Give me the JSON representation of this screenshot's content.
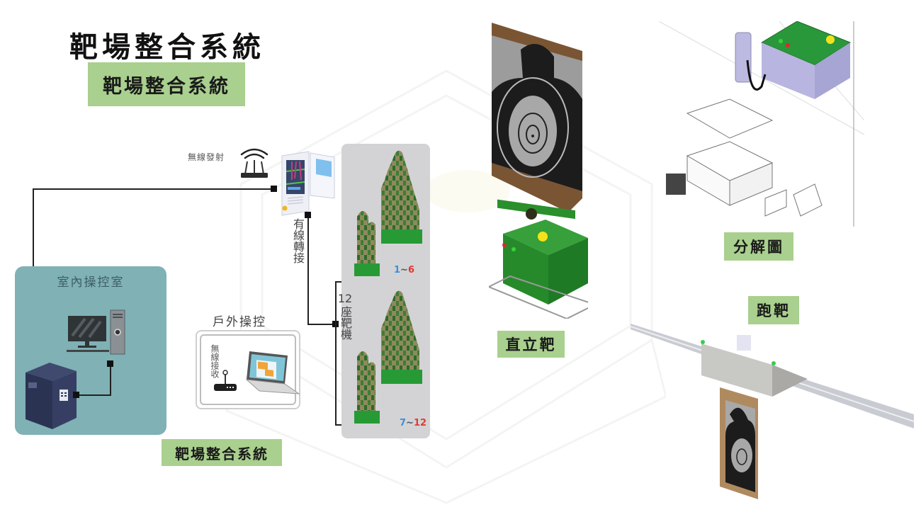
{
  "title": "靶場整合系統",
  "labels": {
    "subtitle_box": "靶場整合系統",
    "bottom_box": "靶場整合系統",
    "upright_target": "直立靶",
    "exploded_view": "分解圖",
    "moving_target": "跑靶"
  },
  "diagram": {
    "wireless_transmit": "無線發射",
    "wired_transfer": "有線轉接",
    "indoor_control_room": "室內操控室",
    "outdoor_control": "戶外操控",
    "wireless_receive": "無線接收",
    "target_machines": {
      "count": "12",
      "label": "座靶機"
    },
    "group_1": {
      "start": "1",
      "sep": "~",
      "end": "6"
    },
    "group_2": {
      "start": "7",
      "sep": "~",
      "end": "12"
    }
  },
  "colors": {
    "label_green": "#a9d08e",
    "indoor_teal": "#7fb1b5",
    "target_box_green": "#2e9a3a",
    "range_blue": "#3d8fd8",
    "range_red": "#e23a2f"
  }
}
